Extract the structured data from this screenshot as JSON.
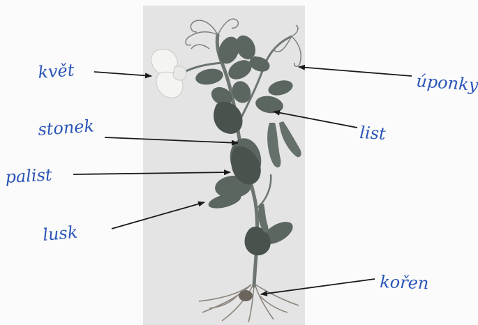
{
  "labels": {
    "kvet": "květ",
    "uponky": "úponky",
    "stonek": "stonek",
    "list": "list",
    "palist": "palist",
    "lusk": "lusk",
    "koren": "kořen"
  },
  "colors": {
    "ink": "#2a55b8",
    "arrow": "#1a1a1a",
    "photo_bg": "#e4e4e4",
    "leaf": "#5c6660",
    "leaf_dark": "#4a524d",
    "stem": "#6d7570",
    "flower": "#f4f4f2",
    "root": "#8a847c"
  }
}
